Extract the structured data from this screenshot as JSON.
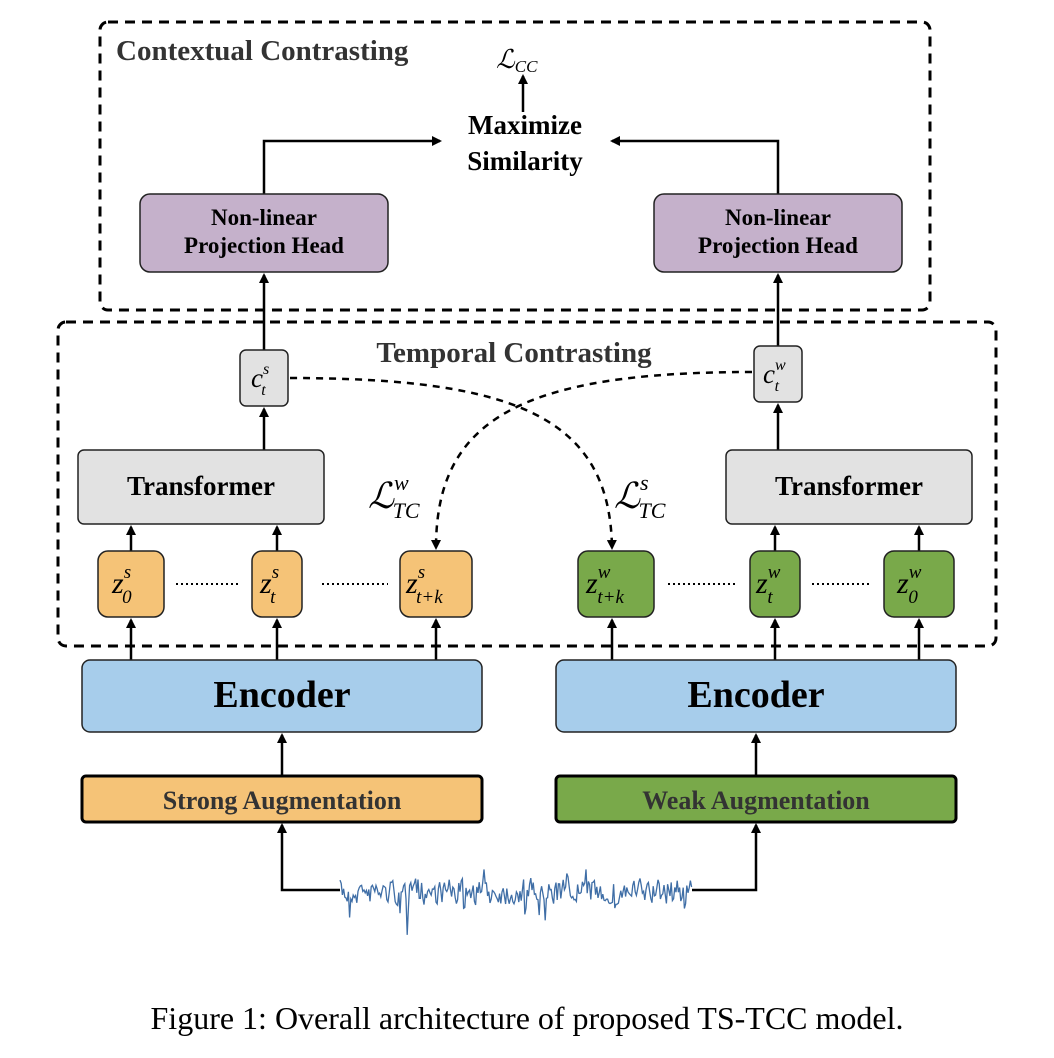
{
  "sections": {
    "contextual": "Contextual Contrasting",
    "temporal": "Temporal Contrasting"
  },
  "loss_cc": {
    "symbol": "ℒ",
    "sub": "CC"
  },
  "maximize": {
    "line1": "Maximize",
    "line2": "Similarity"
  },
  "projection_head": {
    "line1": "Non-linear",
    "line2": "Projection Head"
  },
  "transformer": "Transformer",
  "encoder": "Encoder",
  "strong_aug": "Strong Augmentation",
  "weak_aug": "Weak Augmentation",
  "context_strong": {
    "base": "c",
    "sup": "s",
    "sub": "t"
  },
  "context_weak": {
    "base": "c",
    "sup": "w",
    "sub": "t"
  },
  "loss_tc_w": {
    "symbol": "ℒ",
    "sup": "w",
    "sub": "TC"
  },
  "loss_tc_s": {
    "symbol": "ℒ",
    "sup": "s",
    "sub": "TC"
  },
  "z_strong": [
    {
      "base": "z",
      "sup": "s",
      "sub": "0"
    },
    {
      "base": "z",
      "sup": "s",
      "sub": "t"
    },
    {
      "base": "z",
      "sup": "s",
      "sub": "t+k"
    }
  ],
  "z_weak": [
    {
      "base": "z",
      "sup": "w",
      "sub": "t+k"
    },
    {
      "base": "z",
      "sup": "w",
      "sub": "t"
    },
    {
      "base": "z",
      "sup": "w",
      "sub": "0"
    }
  ],
  "colors": {
    "projection": "#c5b1cb",
    "gray_box": "#e2e2e2",
    "encoder": "#a7cdeb",
    "strong": "#f5c377",
    "weak": "#79a94a",
    "signal": "#3f6ea6"
  },
  "caption": "Figure 1: Overall architecture of proposed TS-TCC model."
}
